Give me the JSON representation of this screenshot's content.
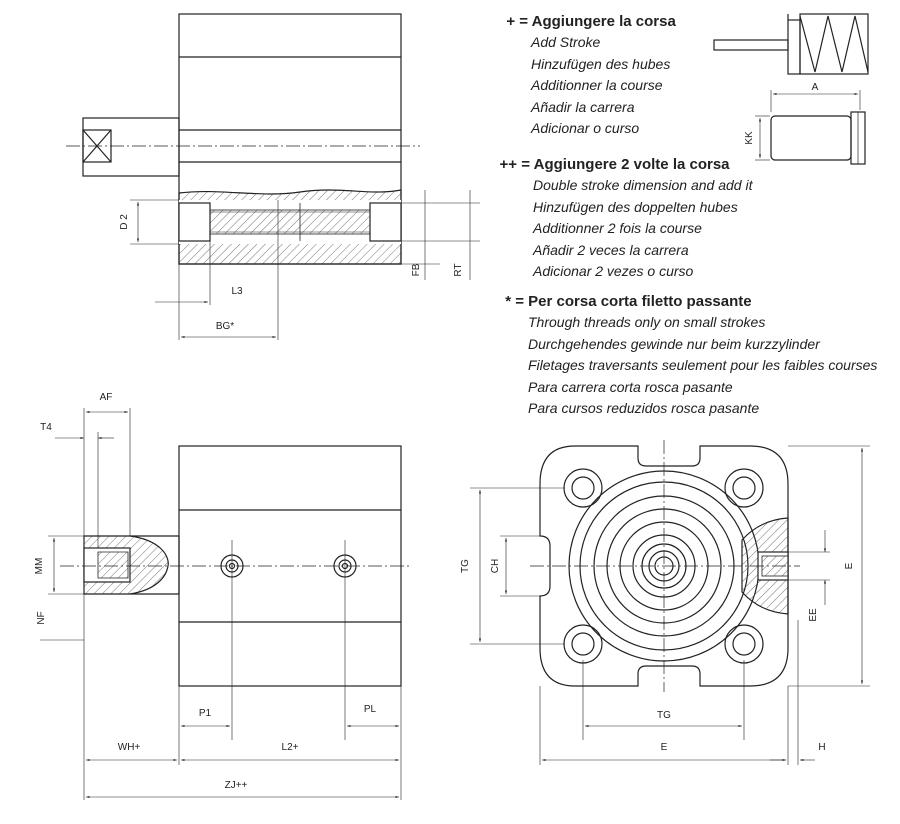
{
  "legend": [
    {
      "symbol": "+ =",
      "heading": "Aggiungere la corsa",
      "lines": [
        "Add Stroke",
        "Hinzufügen des hubes",
        "Additionner la course",
        "Añadir la carrera",
        "Adicionar o curso"
      ]
    },
    {
      "symbol": "++ =",
      "heading": "Aggiungere 2 volte la corsa",
      "lines": [
        "Double stroke dimension and add it",
        "Hinzufügen des doppelten hubes",
        "Additionner 2 fois la course",
        "Añadir 2 veces la carrera",
        "Adicionar 2 vezes o curso"
      ]
    },
    {
      "symbol": "* =",
      "heading": "Per corsa corta filetto passante",
      "lines": [
        "Through threads only on small strokes",
        "Durchgehendes gewinde nur beim kurzzylinder",
        "Filetages traversants seulement pour les faibles courses",
        "Para carrera corta rosca pasante",
        "Para cursos reduzidos rosca pasante"
      ]
    }
  ],
  "dimensions": {
    "top": {
      "d2": "D 2",
      "l3": "L3",
      "bg": "BG*",
      "fb": "FB",
      "rt": "RT"
    },
    "rod_end": {
      "a": "A",
      "kk": "KK"
    },
    "side": {
      "af": "AF",
      "t4": "T4",
      "mm": "MM",
      "nf": "NF",
      "p1": "P1",
      "pl": "PL",
      "wh": "WH+",
      "l2": "L2+",
      "zj": "ZJ++"
    },
    "front": {
      "tg_v": "TG",
      "ch": "CH",
      "e_v": "E",
      "ee": "EE",
      "tg_h": "TG",
      "e_h": "E",
      "h": "H"
    }
  }
}
